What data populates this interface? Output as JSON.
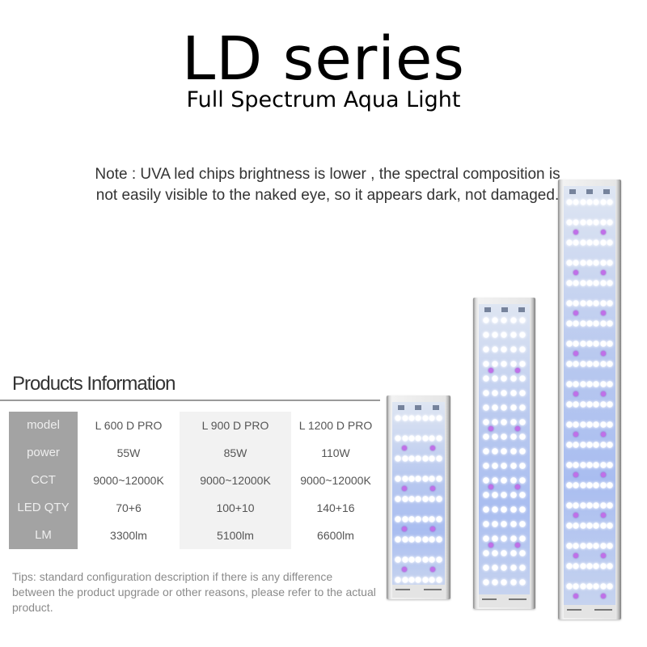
{
  "header": {
    "title": "LD series",
    "subtitle": "Full Spectrum Aqua Light"
  },
  "note": "Note : UVA led chips brightness is lower ,  the spectral composition is not easily visible to the naked eye, so it appears dark, not damaged.",
  "products": {
    "section_title": "Products Information",
    "row_labels": [
      "model",
      "power",
      "CCT",
      "LED QTY",
      "LM"
    ],
    "columns": [
      {
        "model": "L 600 D PRO",
        "power": "55W",
        "cct": "9000~12000K",
        "led_qty": "70+6",
        "lm": "3300lm"
      },
      {
        "model": "L 900 D PRO",
        "power": "85W",
        "cct": "9000~12000K",
        "led_qty": "100+10",
        "lm": "5100lm"
      },
      {
        "model": "L 1200 D PRO",
        "power": "110W",
        "cct": "9000~12000K",
        "led_qty": "140+16",
        "lm": "6600lm"
      }
    ],
    "colors": {
      "header_column_bg": "#a3a3a3",
      "highlight_column_bg": "#f2f2f2"
    }
  },
  "tips": "Tips: standard configuration description if there is any difference between the product upgrade or other reasons, please refer to the actual product.",
  "fixtures": [
    {
      "name": "L 600 D PRO",
      "led_color": "white",
      "uv_color": "#c070e8"
    },
    {
      "name": "L 900 D PRO",
      "led_color": "white",
      "uv_color": "#c070e8"
    },
    {
      "name": "L 1200 D PRO",
      "led_color": "white",
      "uv_color": "#c070e8"
    }
  ]
}
